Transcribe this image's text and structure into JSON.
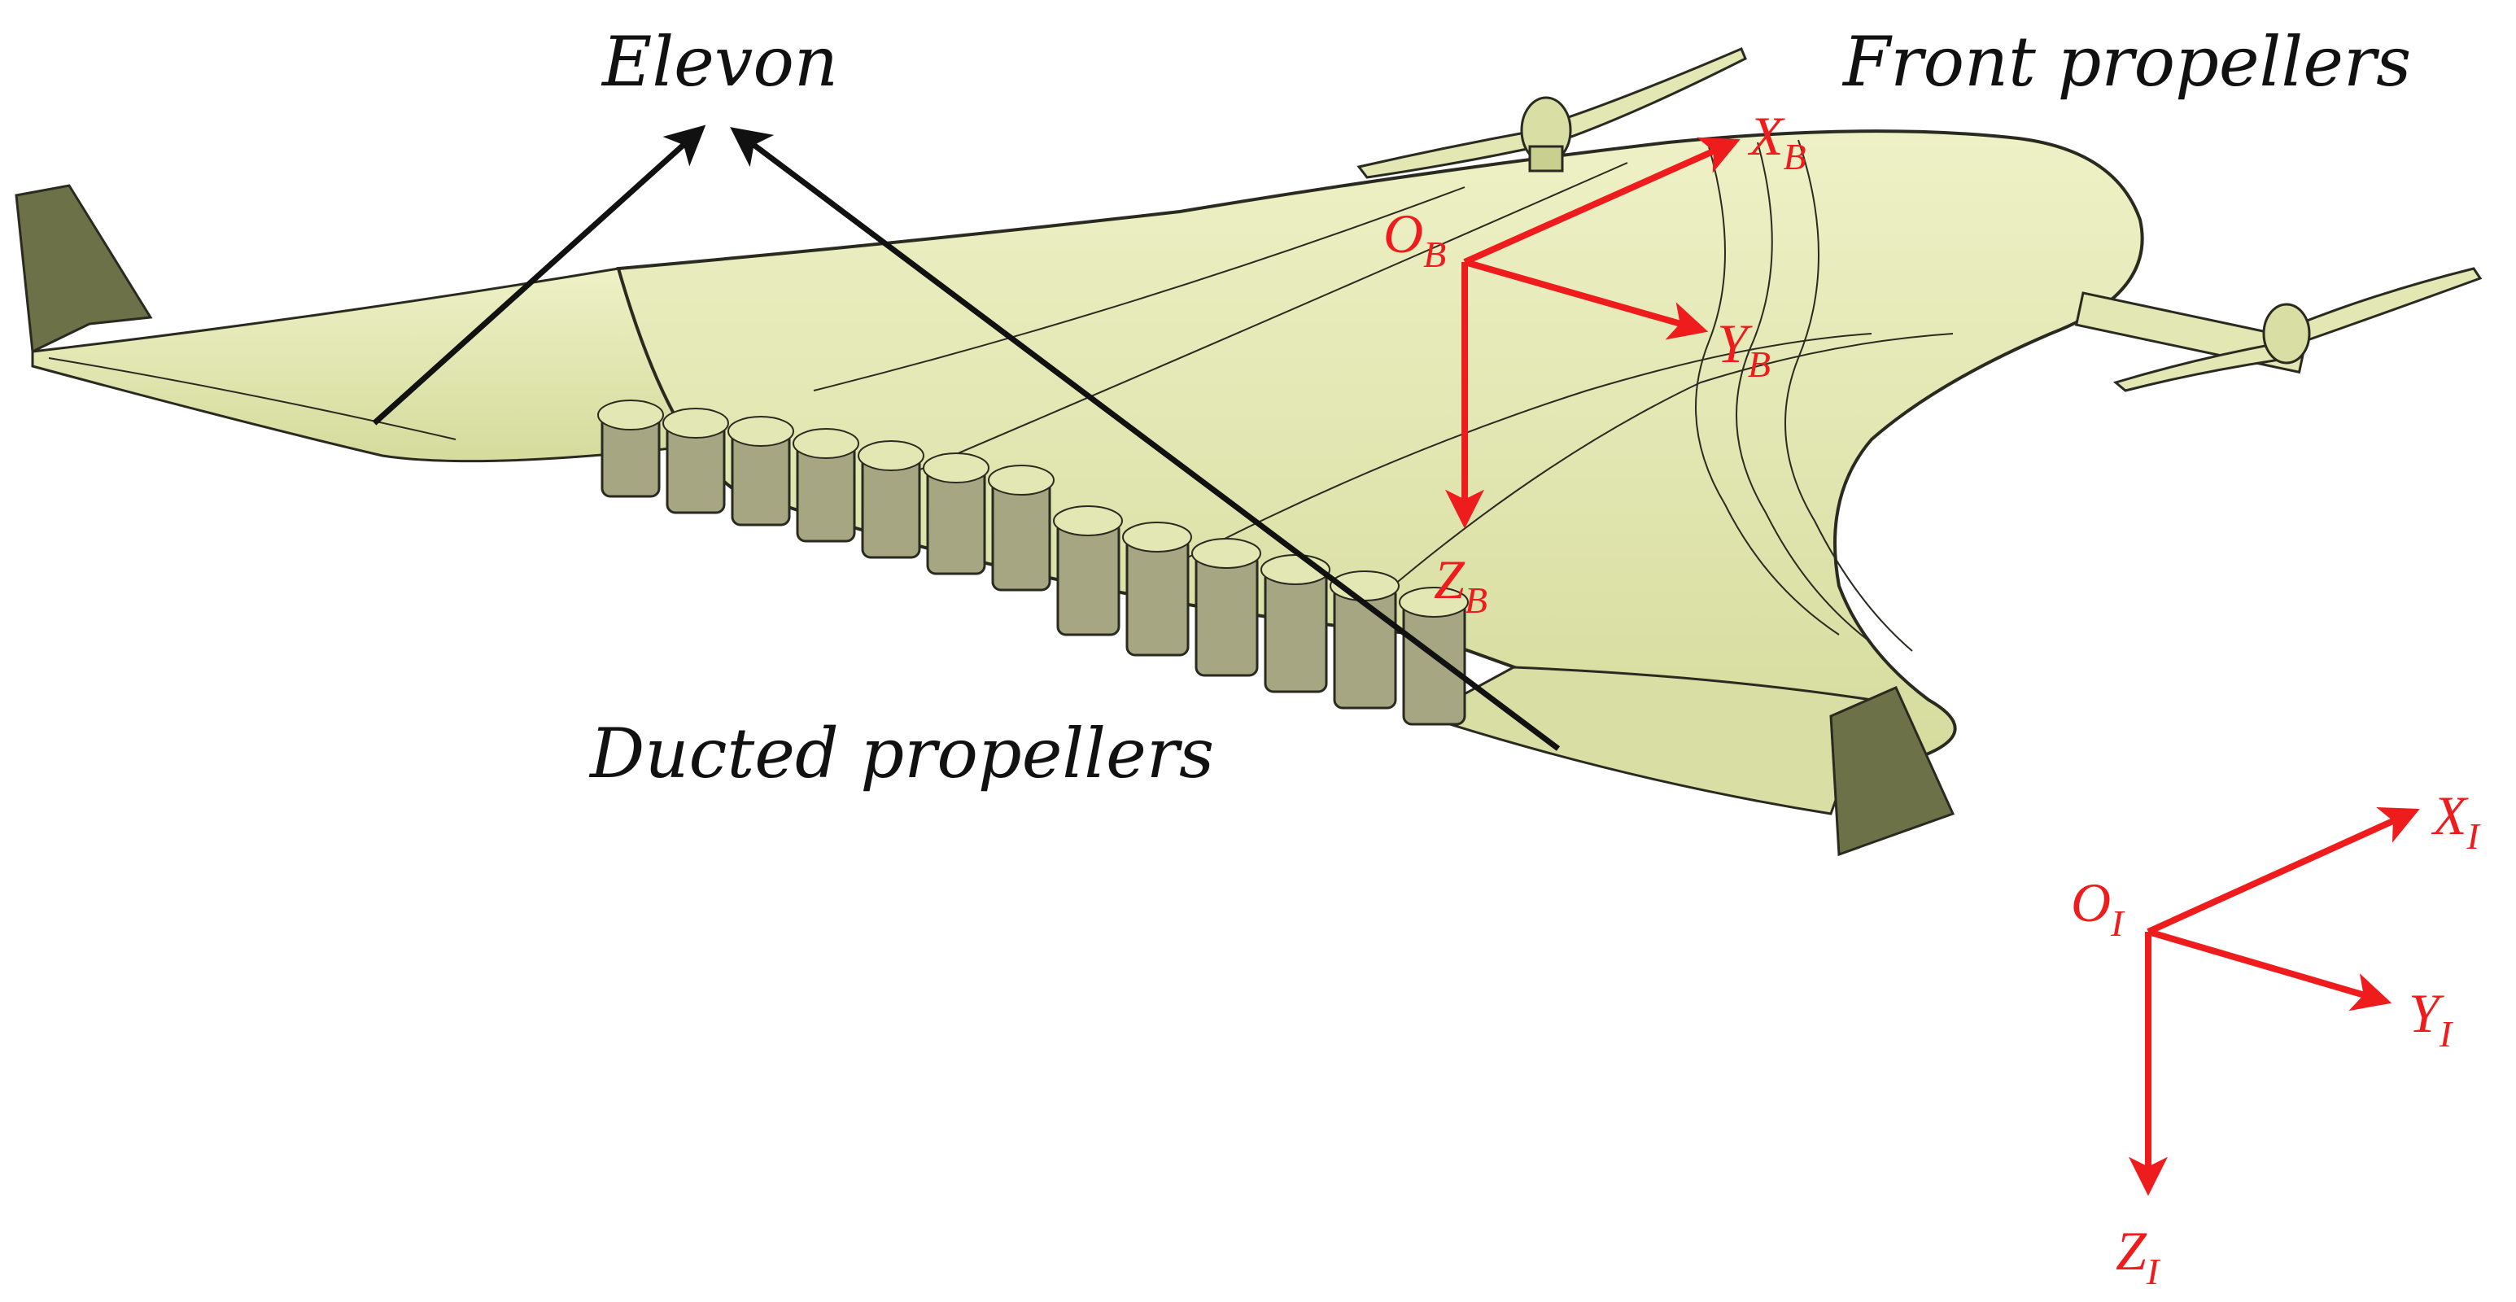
{
  "labels": {
    "elevon": "Elevon",
    "front_propellers": "Front propellers",
    "ducted_propellers": "Ducted propellers"
  },
  "body_frame": {
    "origin": {
      "main": "O",
      "sub": "B"
    },
    "x": {
      "main": "X",
      "sub": "B"
    },
    "y": {
      "main": "Y",
      "sub": "B"
    },
    "z": {
      "main": "Z",
      "sub": "B"
    }
  },
  "inertial_frame": {
    "origin": {
      "main": "O",
      "sub": "I"
    },
    "x": {
      "main": "X",
      "sub": "I"
    },
    "y": {
      "main": "Y",
      "sub": "I"
    },
    "z": {
      "main": "Z",
      "sub": "I"
    }
  },
  "colors": {
    "axis": "#ee1c1c",
    "pointer": "#111111",
    "aircraft_fill": "#e6eab4",
    "aircraft_shade": "#c9cf8e",
    "fin": "#6d7148",
    "duct": "#9c9c7c",
    "outline": "#2a2a20"
  }
}
